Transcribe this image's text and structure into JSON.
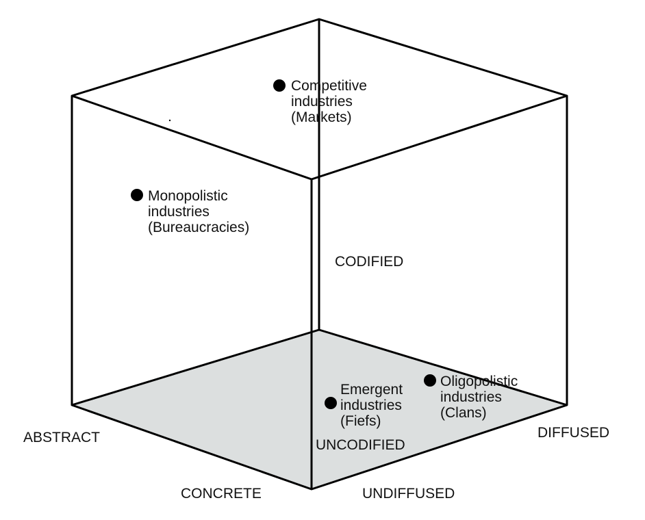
{
  "colors": {
    "floor": "#dcdfdf",
    "line": "#000000"
  },
  "axes": {
    "codified": "CODIFIED",
    "uncodified": "UNCODIFIED",
    "abstract": "ABSTRACT",
    "concrete": "CONCRETE",
    "diffused": "DIFFUSED",
    "undiffused": "UNDIFFUSED"
  },
  "points": [
    {
      "lines": [
        "Competitive",
        "industries",
        "(Markets)"
      ]
    },
    {
      "lines": [
        "Monopolistic",
        "industries",
        "(Bureaucracies)"
      ]
    },
    {
      "lines": [
        "Emergent",
        "industries",
        "(Fiefs)"
      ]
    },
    {
      "lines": [
        "Oligopolistic",
        "industries",
        "(Clans)"
      ]
    }
  ]
}
